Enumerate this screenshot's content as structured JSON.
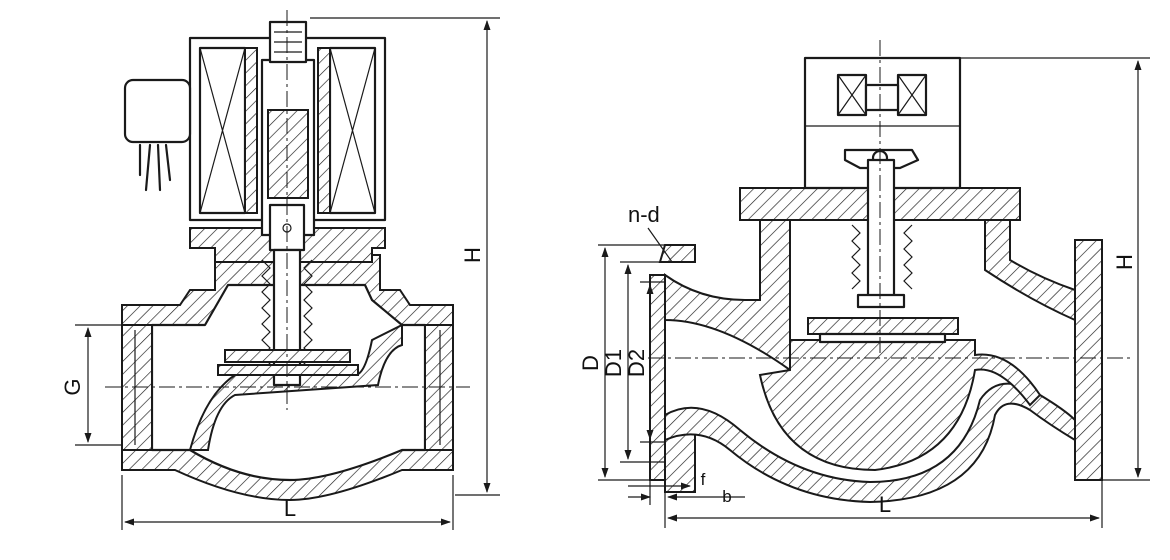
{
  "left_view": {
    "labels": {
      "G": "G",
      "L": "L",
      "H": "H"
    }
  },
  "right_view": {
    "labels": {
      "nd": "n-d",
      "D": "D",
      "D1": "D1",
      "D2": "D2",
      "f": "f",
      "b": "b",
      "L": "L",
      "H": "H"
    }
  }
}
